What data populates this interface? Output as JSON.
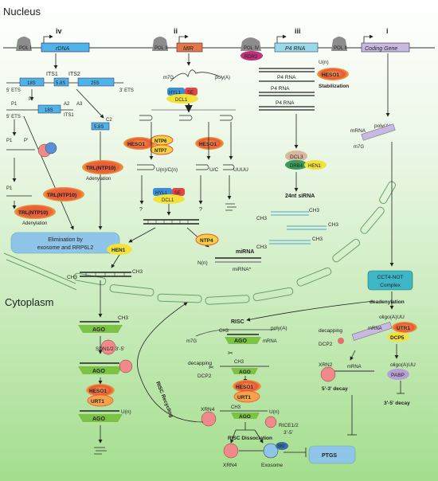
{
  "regions": {
    "nucleus": "Nucleus",
    "cytoplasm": "Cytoplasm"
  },
  "sections": [
    {
      "roman": "iv",
      "pol": "POL I",
      "gene": "rDNA"
    },
    {
      "roman": "ii",
      "pol": "POL II",
      "gene": "MIR"
    },
    {
      "roman": "iii",
      "pol": "POL IV",
      "gene": "P4 RNA",
      "partner": "RDR2"
    },
    {
      "roman": "i",
      "pol": "POL II",
      "gene": "Coding Gene"
    }
  ],
  "rdna": {
    "its1": "ITS1",
    "its2": "ITS2",
    "s18": "18S",
    "s58": "5.8S",
    "s25": "25S",
    "ets5": "5' ETS",
    "ets3": "3' ETS",
    "p1": "P1",
    "pprime": "P'",
    "a2": "A2",
    "a3": "A3",
    "its1b": "ITS1",
    "c2": "C2",
    "s58b": "5.8S"
  },
  "left_path": {
    "trl1": "TRL(NTP10)",
    "adenylation1": "Adenylation",
    "trl2": "TRL(NTP10)",
    "trl3": "TRL(NTP10)",
    "adenylation2": "Adenylation",
    "elimination": "Elimination by\nexosome and RRP6L2"
  },
  "mir_path": {
    "m7g": "m7G",
    "polya": "poly(A)",
    "hyl1": "HYL1",
    "se": "SE",
    "dcl1": "DCL1",
    "heso1": "HESO1",
    "ntp6": "NTP6",
    "ntp7": "NTP7",
    "heso1b": "HESO1",
    "tail1": "U(n)/C(n)",
    "tail2": "U/C",
    "tail3": "UUUU",
    "hyl1b": "HYL1",
    "seb": "SE",
    "dcl1b": "DCL1",
    "q1": "?",
    "q2": "?",
    "ntp4": "NTP4",
    "hen1": "HEN1",
    "nn": "N(n)",
    "mirna": "miRNA",
    "mirnastar": "miRNA*",
    "ch3a": "CH3",
    "ch3b": "CH3"
  },
  "p4_path": {
    "p4rna": "P4 RNA",
    "dcl3": "DCL3",
    "drb4": "DRB4",
    "hen1": "HEN1",
    "sirna": "24nt siRNA",
    "ch3": "CH3"
  },
  "coding_path": {
    "un": "U(n)",
    "heso1": "HESO1",
    "stabilization": "Stabilization",
    "mrna": "mRNA",
    "polya": "poly(A)",
    "m7g": "m7G",
    "ccr4": "CCT4-NOT\nComplex",
    "deadenylation": "deadenylation",
    "oligoa": "oligo(A)UU",
    "utr1": "UTR1",
    "dcp5": "DCP5",
    "decapping": "decapping",
    "dcp2": "DCP2",
    "xrn2": "XRN2",
    "decay53": "5'-3' decay",
    "oligoa2": "oligo(A)UU",
    "pabp": "PABP",
    "decay35": "3'-5' decay",
    "ptgs": "PTGS"
  },
  "cyto_path": {
    "ago": "AGO",
    "ch3": "CH3",
    "sdn": "SDN1/2 3'-5'",
    "heso1": "HESO1",
    "urt1": "URT1",
    "un": "U(n)",
    "risc": "RISC",
    "polya": "poly(A)",
    "mrna": "mRNA",
    "decapping": "decapping",
    "dcp2": "DCP2",
    "xrn4": "XRN4",
    "rice": "RICE1/2\n3'-5'",
    "riscdiss": "RISC Dissociation",
    "recycling": "RISC Recycling",
    "exosome": "Exosome",
    "ski": "SKI"
  },
  "colors": {
    "bg_top": "#ffffff",
    "bg_bottom": "#9fdc8c",
    "pol": "#8c8c8c",
    "rdna": "#4fb3e8",
    "mir": "#e0784a",
    "p4": "#9bd8e8",
    "coding": "#c9b8e0",
    "rdr2": "#c0307a",
    "ago": "#7cc244",
    "heso": "#e8563a",
    "yellow": "#f2e23c",
    "hyl1": "#3a8fd8",
    "se": "#e04848",
    "exo": "#8fc5e8",
    "ccr4": "#3fb6c6"
  }
}
